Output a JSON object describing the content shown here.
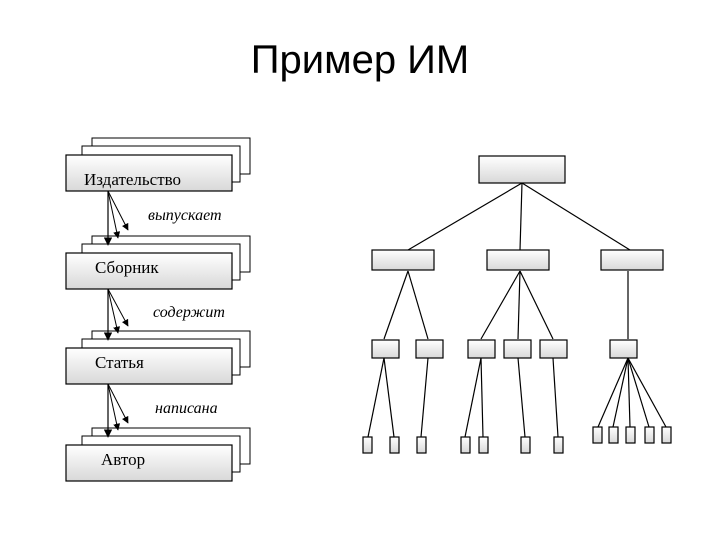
{
  "slide": {
    "title": "Пример ИМ"
  },
  "diagram": {
    "entities": [
      "Издательство",
      "Сборник",
      "Статья",
      "Автор"
    ],
    "relations": [
      "выпускает",
      "содержит",
      "написана"
    ]
  }
}
